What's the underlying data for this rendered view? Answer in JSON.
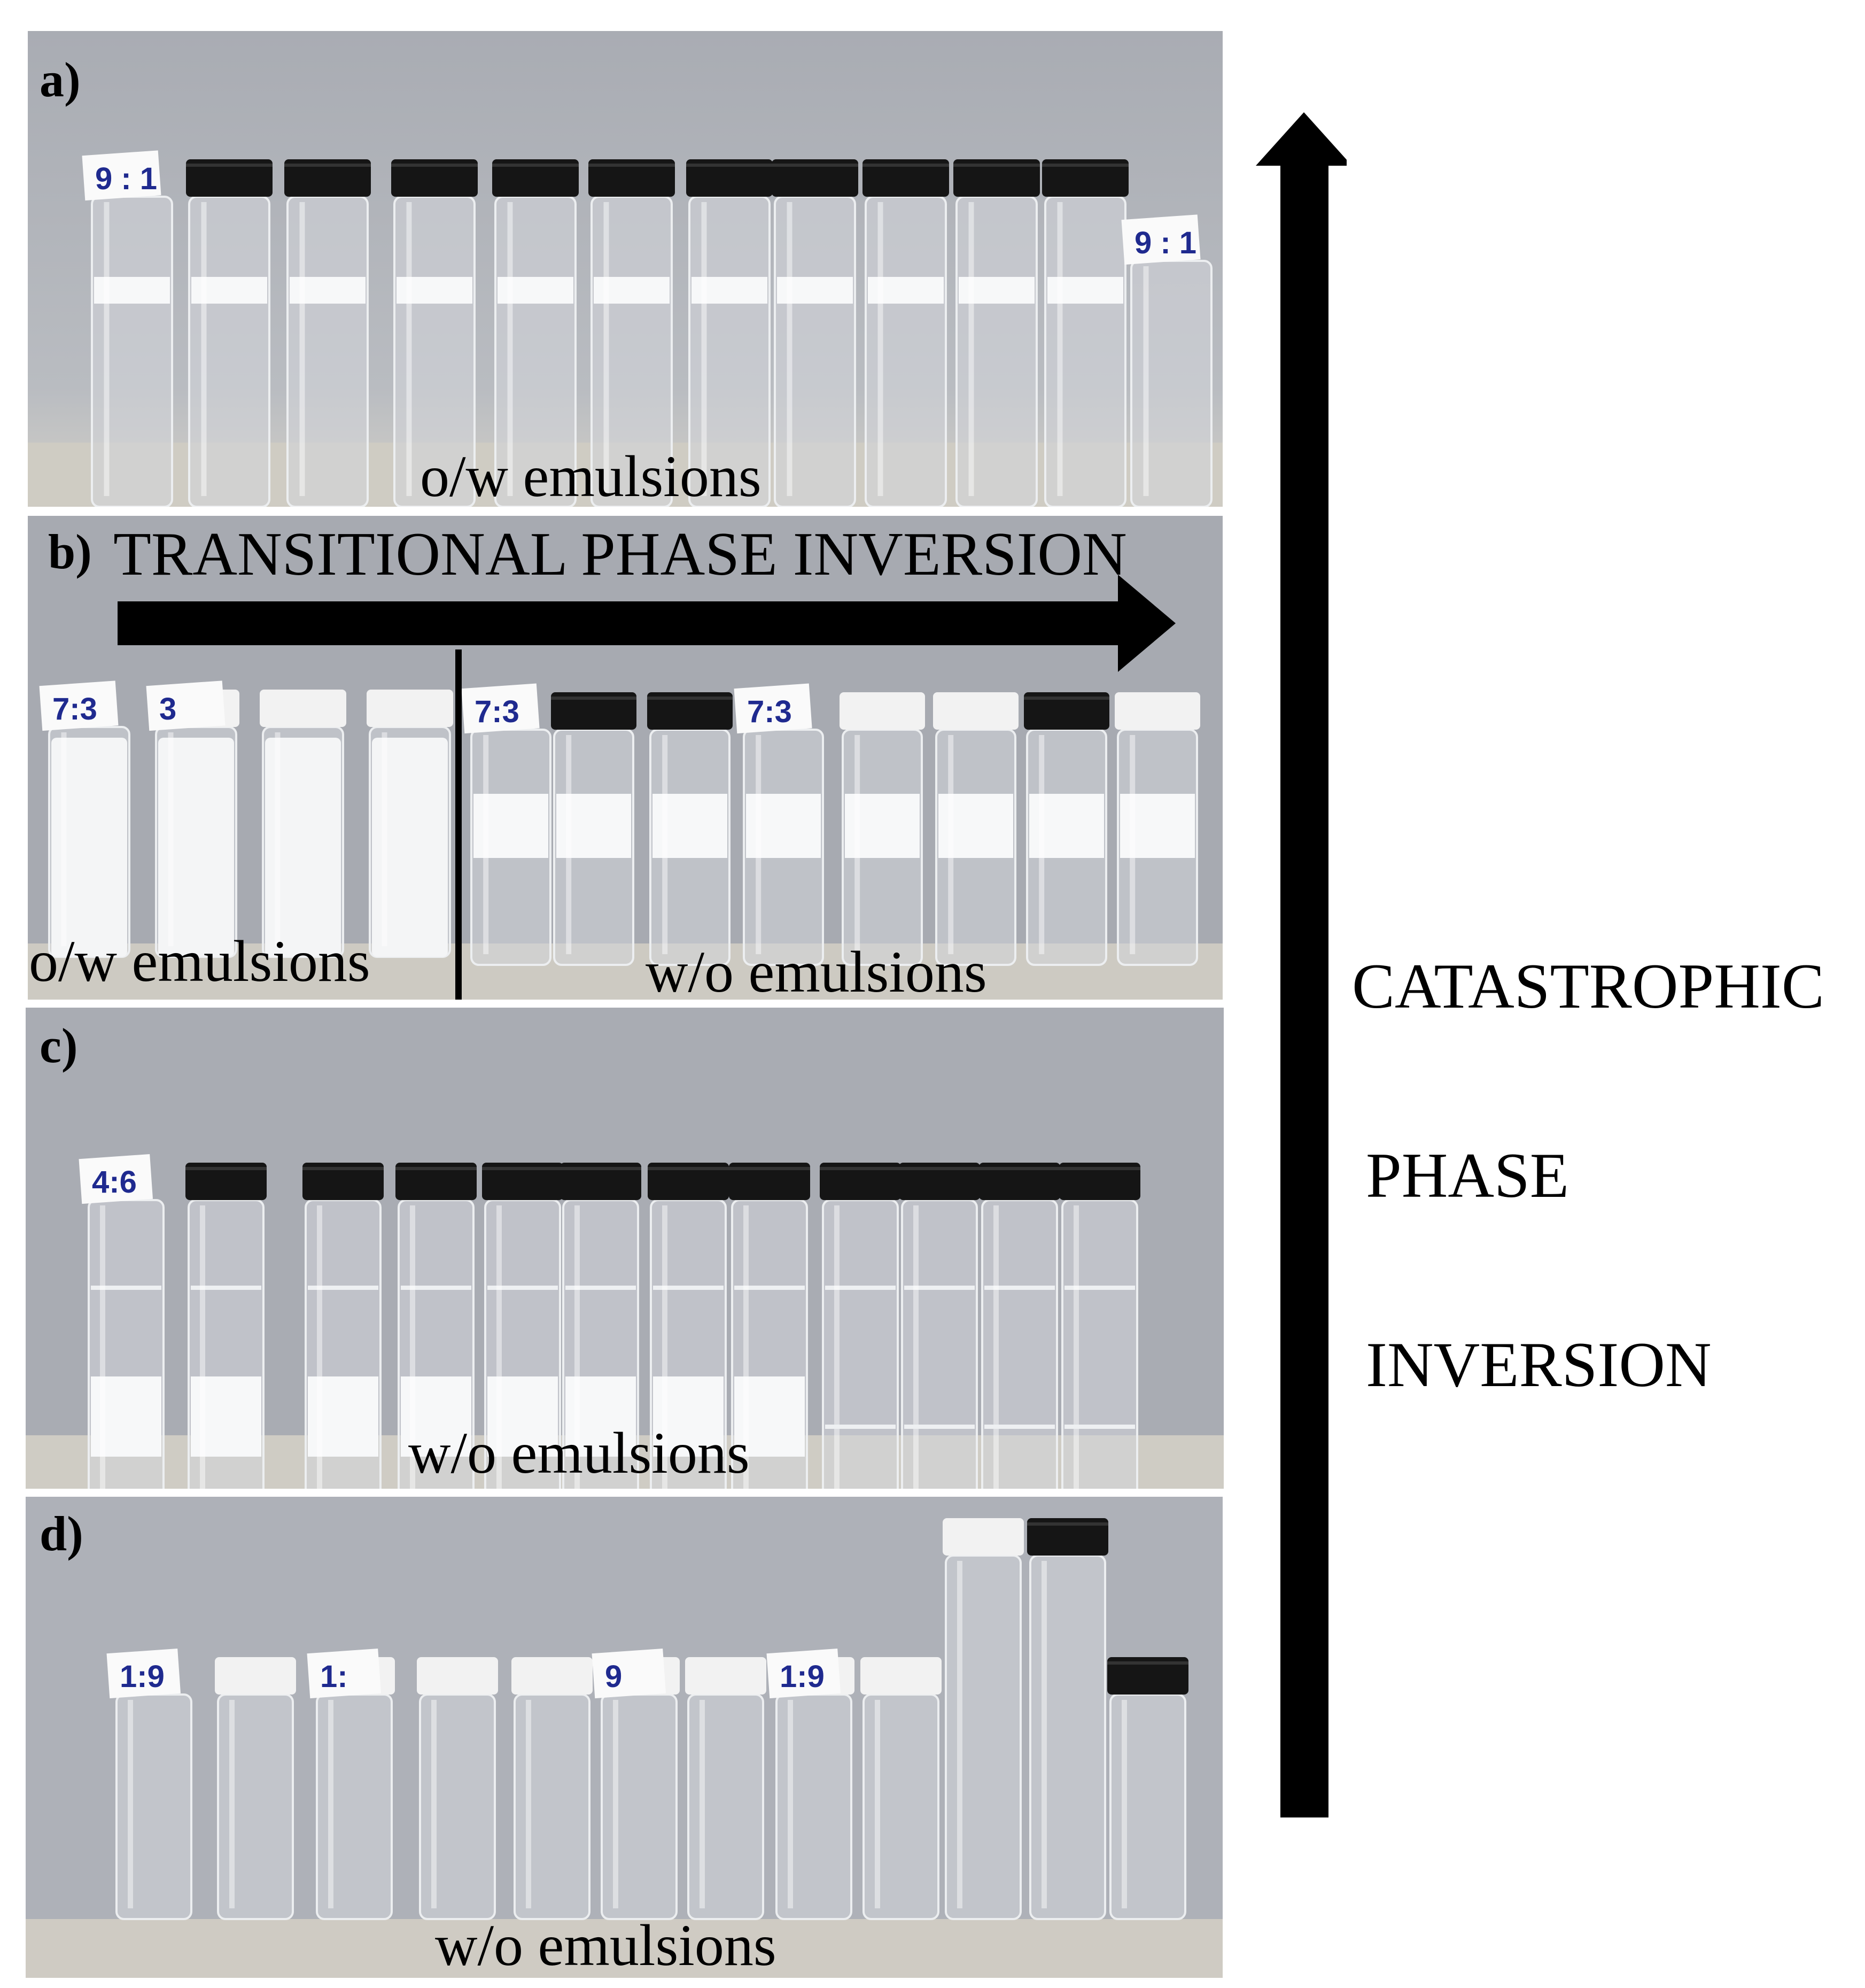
{
  "panels": [
    {
      "label": "a)",
      "captions": [
        "o/w emulsions"
      ],
      "vial_tags": [
        "9 : 1",
        "9 : 1"
      ]
    },
    {
      "label": "b)",
      "captions": [
        "o/w emulsions",
        "w/o emulsions"
      ],
      "vial_tags": [
        "7:3",
        "3",
        "7:3",
        "7:3"
      ],
      "arrow_text": "TRANSITIONAL PHASE INVERSION"
    },
    {
      "label": "c)",
      "captions": [
        "w/o emulsions"
      ],
      "vial_tags": [
        "4:6"
      ]
    },
    {
      "label": "d)",
      "captions": [
        "w/o emulsions"
      ],
      "vial_tags": [
        "1:9",
        "1:",
        "9",
        "1:9"
      ]
    }
  ],
  "side_arrow": {
    "text_lines": [
      "CATASTROPHIC",
      "PHASE",
      "INVERSION"
    ]
  },
  "colors": {
    "background": "#9fa3ab",
    "cap_black": "#151515",
    "cap_white": "#f2f2f2",
    "label_ink": "#1f2a8f"
  }
}
